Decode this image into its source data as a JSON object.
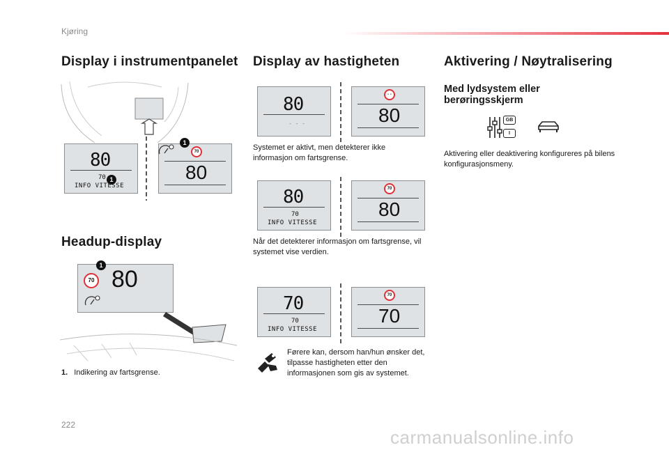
{
  "header": {
    "section": "Kjøring"
  },
  "col1": {
    "title": "Display i instrumentpanelet",
    "panel_speed": "80",
    "panel_limit": "70",
    "panel_info": "INFO VITESSE",
    "sign_value": "70",
    "display_speed": "80",
    "callout": "1",
    "hud_title": "Headup-display",
    "hud_sign": "70",
    "hud_speed": "80",
    "hud_callout": "1",
    "footnote_number": "1.",
    "footnote_text": "Indikering av fartsgrense."
  },
  "col2": {
    "title": "Display av hastigheten",
    "row1": {
      "left_speed": "80",
      "left_dashes": "- - -",
      "right_sign": "- -",
      "right_speed": "80"
    },
    "caption1": "Systemet er aktivt, men detekterer ikke informasjon om fartsgrense.",
    "row2": {
      "left_speed": "80",
      "left_limit": "70",
      "left_info": "INFO VITESSE",
      "right_sign": "70",
      "right_speed": "80"
    },
    "caption2": "Når det detekterer informasjon om fartsgrense, vil systemet vise verdien.",
    "row3": {
      "left_speed": "70",
      "left_limit": "70",
      "left_info": "INFO VITESSE",
      "right_sign": "70",
      "right_speed": "70"
    },
    "caption3": "Førere kan, dersom han/hun ønsker det, tilpasse hastigheten etter den informasjonen som gis av systemet."
  },
  "col3": {
    "title": "Aktivering / Nøytralisering",
    "subtitle": "Med lydsystem eller berøringsskjerm",
    "badge_top": "GB",
    "badge_bottom": "I",
    "text": "Aktivering eller deaktivering konfigureres på bilens konfigurasjonsmeny."
  },
  "footer": {
    "page": "222",
    "watermark": "carmanualsonline.info"
  },
  "colors": {
    "accent": "#e5323f",
    "sign_border": "#e0303a",
    "lcd_bg": "#dfe2e4"
  }
}
